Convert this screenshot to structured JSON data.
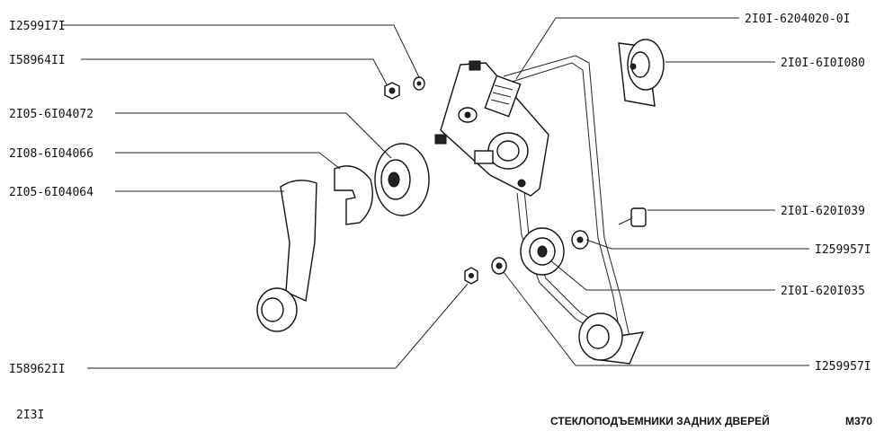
{
  "labels": {
    "l1": "I2599I7I",
    "l2": "I58964II",
    "l3": "2I05-6I04072",
    "l4": "2I08-6I04066",
    "l5": "2I05-6I04064",
    "l6": "I58962II",
    "r1": "2I0I-6204020-0I",
    "r2": "2I0I-6I0I080",
    "r3": "2I0I-620I039",
    "r4": "I259957I",
    "r5": "2I0I-620I035",
    "r6": "I259957I"
  },
  "footer": {
    "model": "2I3I",
    "title": "СТЕКЛОПОДЪЕМНИКИ ЗАДНИХ ДВЕРЕЙ",
    "code": "М370"
  }
}
